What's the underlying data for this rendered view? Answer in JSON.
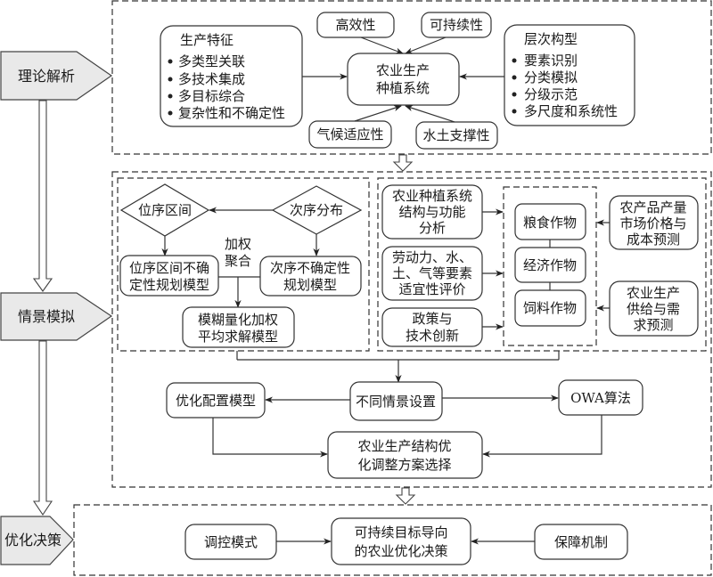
{
  "stages": [
    {
      "label": "理论解析"
    },
    {
      "label": "情景模拟"
    },
    {
      "label": "优化决策"
    }
  ],
  "theory": {
    "production_features": {
      "title": "生产特征",
      "items": [
        "多类型关联",
        "多技术集成",
        "多目标综合",
        "复杂性和不确定性"
      ]
    },
    "center": {
      "line1": "农业生产",
      "line2": "种植系统"
    },
    "top": [
      "高效性",
      "可持续性"
    ],
    "bottom": [
      "气候适应性",
      "水土支撑性"
    ],
    "hierarchy": {
      "title": "层次构型",
      "items": [
        "要素识别",
        "分类模拟",
        "分级示范",
        "多尺度和系统性"
      ]
    }
  },
  "simulation": {
    "left": {
      "diamond_left": "位序区间",
      "diamond_right": "次序分布",
      "model_left": [
        "位序区间不确",
        "定性规划模型"
      ],
      "model_right": [
        "次序不确定性",
        "规划模型"
      ],
      "aggregation": [
        "加权",
        "聚合"
      ],
      "model_bottom": [
        "模糊量化加权",
        "平均求解模型"
      ]
    },
    "right": {
      "inputs": [
        [
          "农业种植系统",
          "结构与功能",
          "分析"
        ],
        [
          "劳动力、水、",
          "土、气等要素",
          "适宜性评价"
        ],
        [
          "政策与",
          "技术创新"
        ]
      ],
      "crops": [
        "粮食作物",
        "经济作物",
        "饲料作物"
      ],
      "forecasts": [
        [
          "农产品产量",
          "市场价格与",
          "成本预测"
        ],
        [
          "农业生产",
          "供给与需",
          "求预测"
        ]
      ]
    },
    "scenario": "不同情景设置",
    "opt_model": "优化配置模型",
    "owa": "OWA算法",
    "result": [
      "农业生产结构优",
      "化调整方案选择"
    ]
  },
  "decision": {
    "left": "调控模式",
    "center": [
      "可持续目标导向",
      "的农业优化决策"
    ],
    "right": "保障机制"
  }
}
